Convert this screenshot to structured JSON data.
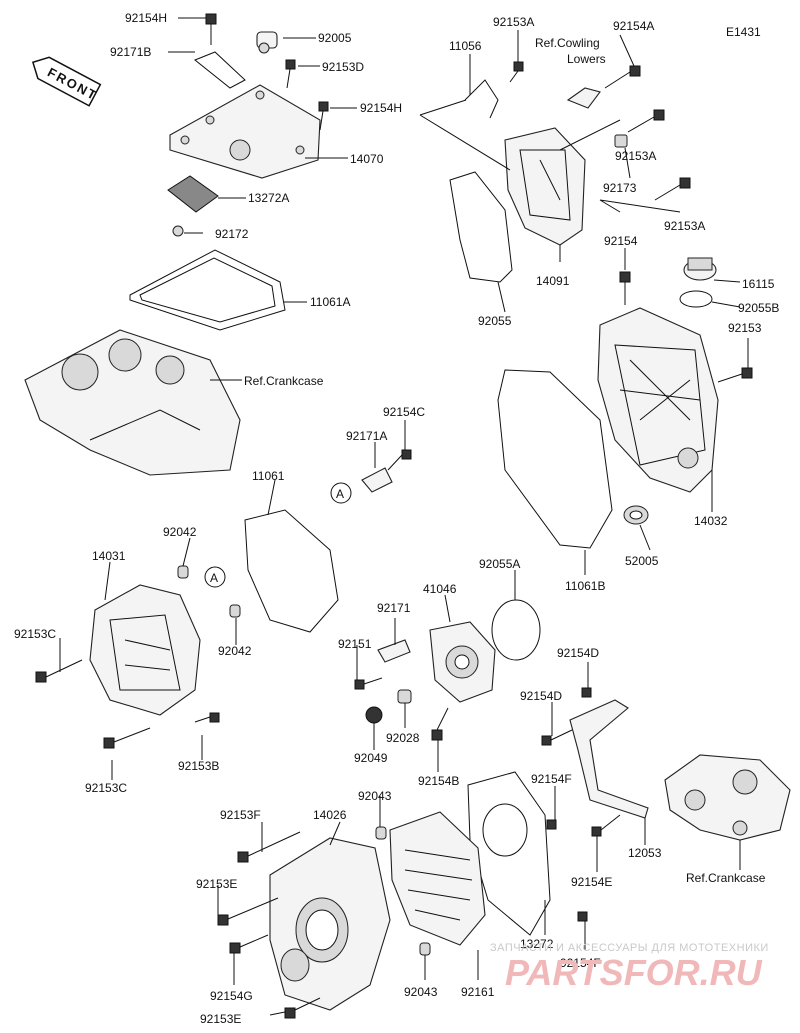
{
  "diagram_code": "E1431",
  "front_label": "FRONT",
  "parts": {
    "p92154H_top": "92154H",
    "p92171B": "92171B",
    "p92005": "92005",
    "p92153D": "92153D",
    "p92154H_mid": "92154H",
    "p14070": "14070",
    "p13272A": "13272A",
    "p92172": "92172",
    "p11061A": "11061A",
    "p11056": "11056",
    "p92153A_top": "92153A",
    "p92154A": "92154A",
    "p92153A_mid": "92153A",
    "p92173": "92173",
    "p92153A_low": "92153A",
    "p14091": "14091",
    "p92055": "92055",
    "p92154": "92154",
    "p16115": "16115",
    "p92055B": "92055B",
    "p92153": "92153",
    "p14032": "14032",
    "p52005": "52005",
    "p11061B": "11061B",
    "p92154C": "92154C",
    "p92171A": "92171A",
    "p11061": "11061",
    "p92042_top": "92042",
    "p14031": "14031",
    "p92153C_left": "92153C",
    "p92042_mid": "92042",
    "p92153B": "92153B",
    "p92153C_bottom": "92153C",
    "p92055A": "92055A",
    "p41046": "41046",
    "p92171": "92171",
    "p92151": "92151",
    "p92028": "92028",
    "p92049": "92049",
    "p92154B": "92154B",
    "p92154D_top": "92154D",
    "p92154D_mid": "92154D",
    "p92154F_top": "92154F",
    "p12053": "12053",
    "p92154E": "92154E",
    "p92153F": "92153F",
    "p14026": "14026",
    "p92043_top": "92043",
    "p92153E_top": "92153E",
    "p92154G": "92154G",
    "p92153E_bottom": "92153E",
    "p92043_bottom": "92043",
    "p92161": "92161",
    "p13272": "13272",
    "p92154F_bottom": "92154F"
  },
  "refs": {
    "cowling_line1": "Ref.Cowling",
    "cowling_line2": "Lowers",
    "crankcase_top": "Ref.Crankcase",
    "crankcase_bottom": "Ref.Crankcase"
  },
  "callouts": {
    "a1": "A",
    "a2": "A"
  },
  "watermark": {
    "line1": "ЗАПЧАСТИ И АКСЕССУАРЫ ДЛЯ МОТОТЕХНИКИ",
    "line2": "PARTSFOR.RU"
  }
}
